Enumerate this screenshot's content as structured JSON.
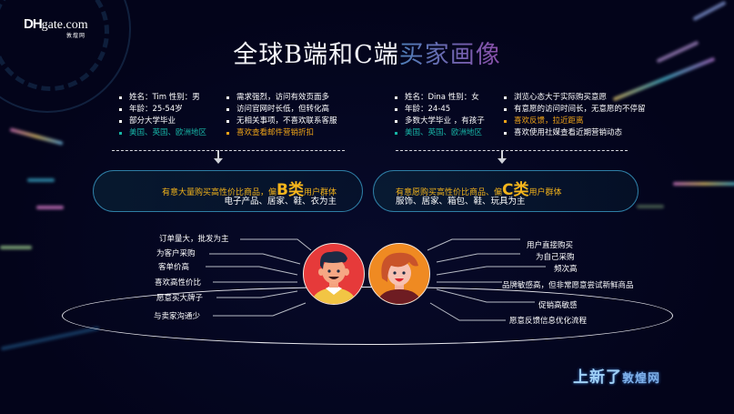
{
  "logo": {
    "main_dh": "DH",
    "main_rest": "gate.com",
    "sub": "敦煌网"
  },
  "title": {
    "part1": "全球B端和C端",
    "part2": "买家画像"
  },
  "b_side": {
    "profile": [
      {
        "text": "姓名：Tim   性别：男",
        "color": "white"
      },
      {
        "text": "年龄：25-54岁",
        "color": "white"
      },
      {
        "text": "部分大学毕业",
        "color": "white"
      },
      {
        "text": "美国、英国、欧洲地区",
        "color": "teal"
      }
    ],
    "behavior": [
      {
        "text": "需求强烈，访问有效页面多",
        "color": "white"
      },
      {
        "text": "访问官网时长低，但转化高",
        "color": "white"
      },
      {
        "text": "无相关事项，不喜欢联系客服",
        "color": "white"
      },
      {
        "text": "喜欢查看邮件营销折扣",
        "color": "gold"
      }
    ],
    "summary": {
      "prefix": "有意大量购买高性价比商品，偏",
      "category": "B类",
      "suffix": "用户群体",
      "line2": "电子产品、居家、鞋、衣为主"
    },
    "traits": [
      "订单量大，批发为主",
      "为客户采购",
      "客单价高",
      "喜欢高性价比",
      "愿意买大牌子",
      "与卖家沟通少"
    ]
  },
  "c_side": {
    "profile": [
      {
        "text": "姓名：Dina  性别：女",
        "color": "white"
      },
      {
        "text": "年龄：24-45",
        "color": "white"
      },
      {
        "text": "多数大学毕业 ，有孩子",
        "color": "white"
      },
      {
        "text": "美国、英国、欧洲地区",
        "color": "teal"
      }
    ],
    "behavior": [
      {
        "text": "浏览心态大于实际购买意愿",
        "color": "white"
      },
      {
        "text": "有意愿的访问时间长，无意愿的不停留",
        "color": "white"
      },
      {
        "text": "喜欢反馈，拉近距离",
        "color": "gold"
      },
      {
        "text": "喜欢使用社媒查看近期营销动态",
        "color": "white"
      }
    ],
    "summary": {
      "prefix": "有意愿购买高性价比商品、偏",
      "category": "C类",
      "suffix": "用户群体",
      "line2": "服饰、居家、箱包、鞋、玩具为主"
    },
    "traits": [
      "用户直接购买",
      "为自己采购",
      "频次高",
      "品牌敏感高，但非常愿意尝试新鲜商品",
      "促销高敏感",
      "愿意反馈信息优化流程"
    ]
  },
  "brand": {
    "text": "上新了",
    "sub": "敦煌网"
  },
  "colors": {
    "teal": "#17b5a6",
    "gold": "#f0a418",
    "pill_border": "#2e7ea5",
    "bg": "#03041a"
  }
}
